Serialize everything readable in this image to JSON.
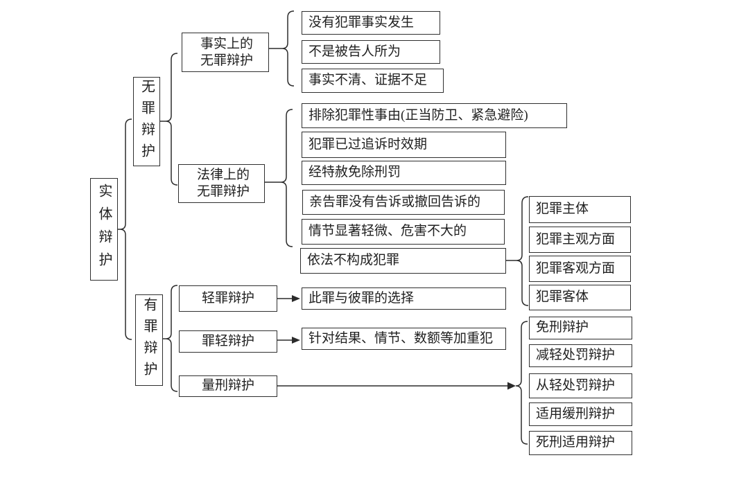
{
  "diagram": {
    "root": "实体辩护",
    "branch_innocent": "无罪辩护",
    "branch_guilty": "有罪辩护",
    "factual": {
      "line1": "事实上的",
      "line2": "无罪辩护"
    },
    "legal": {
      "line1": "法律上的",
      "line2": "无罪辩护"
    },
    "factual_items": [
      "没有犯罪事实发生",
      "不是被告人所为",
      "事实不清、证据不足"
    ],
    "legal_items": [
      "排除犯罪性事由(正当防卫、紧急避险)",
      "犯罪已过追诉时效期",
      "经特赦免除刑罚",
      "亲告罪没有告诉或撤回告诉的",
      "情节显著轻微、危害不大的",
      "依法不构成犯罪"
    ],
    "crime_elements": [
      "犯罪主体",
      "犯罪主观方面",
      "犯罪客观方面",
      "犯罪客体"
    ],
    "guilty_items": [
      "轻罪辩护",
      "罪轻辩护",
      "量刑辩护"
    ],
    "lesser_offense_target": "此罪与彼罪的选择",
    "lighter_guilt_target": "针对结果、情节、数额等加重犯",
    "sentencing_targets": [
      "免刑辩护",
      "减轻处罚辩护",
      "从轻处罚辩护",
      "适用缓刑辩护",
      "死刑适用辩护"
    ]
  },
  "colors": {
    "line": "#2b2b2b",
    "text": "#1f1f1f",
    "background": "#ffffff"
  }
}
